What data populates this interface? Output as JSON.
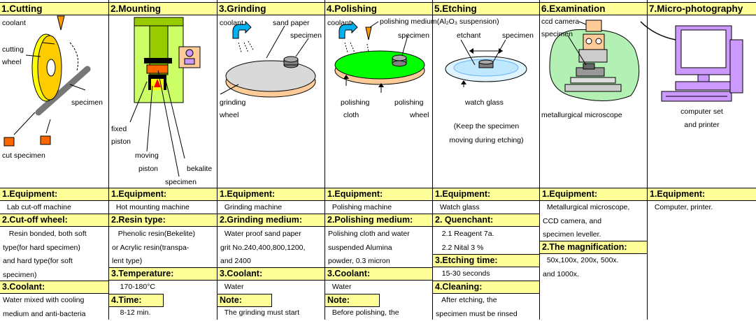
{
  "columns": [
    {
      "title": "1.Cutting",
      "labels": {
        "coolant": "coolant",
        "cutting": "cutting",
        "wheel": "wheel",
        "specimen": "specimen",
        "cut": "cut specimen"
      },
      "sections": [
        {
          "header": "1.Equipment:",
          "lines": [
            "  Lab cut-off machine"
          ]
        },
        {
          "header": "2.Cut-off wheel:",
          "lines": [
            "   Resin bonded, both soft",
            "type(for hard specimen)",
            "and hard type(for soft",
            "specimen)"
          ]
        },
        {
          "header": "3.Coolant:",
          "lines": [
            "Water mixed with cooling",
            "medium and anti-bacteria"
          ]
        }
      ]
    },
    {
      "title": "2.Mounting",
      "labels": {
        "fixed": "fixed",
        "piston1": "piston",
        "moving": "moving",
        "piston2": "piston",
        "bekalite": "bekalite",
        "specimen": "specimen"
      },
      "sections": [
        {
          "header": "1.Equipment:",
          "lines": [
            "  Hot mounting machine"
          ]
        },
        {
          "header": "2.Resin type:",
          "lines": [
            "   Phenolic resin(Bekelite)",
            "or Acrylic resin(transpa-",
            "lent type)"
          ]
        },
        {
          "header": "3.Temperature:",
          "lines": [
            "    170-180°C"
          ]
        },
        {
          "header": "4.Time:",
          "lines": [
            "    8-12 min."
          ]
        }
      ]
    },
    {
      "title": "3.Grinding",
      "labels": {
        "coolant": "coolant",
        "sandpaper": "sand paper",
        "specimen": "specimen",
        "grinding": "grinding",
        "wheel": "wheel"
      },
      "sections": [
        {
          "header": "1.Equipment:",
          "lines": [
            "  Grinding machine"
          ]
        },
        {
          "header": "2.Grinding medium:",
          "lines": [
            "  Water proof sand paper",
            "grit No.240,400,800,1200,",
            "and 2400"
          ]
        },
        {
          "header": "3.Coolant:",
          "lines": [
            "  Water"
          ]
        },
        {
          "header": "Note:",
          "lines": [
            "  The grinding must start"
          ]
        }
      ]
    },
    {
      "title": "4.Polishing",
      "labels": {
        "coolant": "coolant",
        "medium": "polishing medium(Al₂O₃ suspension)",
        "specimen": "specimen",
        "polishing1": "polishing",
        "cloth": "cloth",
        "polishing2": "polishing",
        "wheel": "wheel"
      },
      "sections": [
        {
          "header": "1.Equipment:",
          "lines": [
            "  Polishing machine"
          ]
        },
        {
          "header": "2.Polishing medium:",
          "lines": [
            "Polishing cloth and water",
            "suspended Alumina",
            "powder, 0.3 micron"
          ]
        },
        {
          "header": "3.Coolant:",
          "lines": [
            "  Water"
          ]
        },
        {
          "header": "Note:",
          "lines": [
            "  Before polishing, the"
          ]
        }
      ]
    },
    {
      "title": "5.Etching",
      "labels": {
        "etchant": "etchant",
        "specimen": "specimen",
        "watch": "watch glass",
        "note1": "(Keep the specimen",
        "note2": "moving during etching)"
      },
      "sections": [
        {
          "header": "1.Equipment:",
          "lines": [
            "  Watch glass"
          ]
        },
        {
          "header": "2. Quenchant:",
          "lines": [
            "   2.1 Reagent 7a.",
            "   2.2 Nital 3 %"
          ]
        },
        {
          "header": "3.Etching time:",
          "lines": [
            "   15-30 seconds"
          ]
        },
        {
          "header": "4.Cleaning:",
          "lines": [
            "   After etching, the",
            "specimen must be rinsed"
          ]
        }
      ]
    },
    {
      "title": "6.Examination",
      "labels": {
        "ccd": "ccd camera",
        "specimen": "specimen",
        "micro": "metallurgical  microscope"
      },
      "sections": [
        {
          "header": "1.Equipment:",
          "lines": [
            "  Metallurgical microscope,",
            "CCD camera, and",
            "specimen leveller."
          ]
        },
        {
          "header": "2.The magnification:",
          "lines": [
            "  50x,100x, 200x, 500x.",
            "and 1000x."
          ]
        }
      ]
    },
    {
      "title": "7.Micro-photography",
      "labels": {
        "computer1": "computer set",
        "computer2": "and printer"
      },
      "sections": [
        {
          "header": "1.Equipment:",
          "lines": [
            "  Computer, printer."
          ]
        }
      ]
    }
  ],
  "colors": {
    "header_bg": "#ffff99",
    "wheel_yellow": "#ffff00",
    "polish_green": "#00ff00",
    "orange": "#ff6600",
    "cyan": "#00b0f0",
    "purple": "#cc99ff"
  }
}
